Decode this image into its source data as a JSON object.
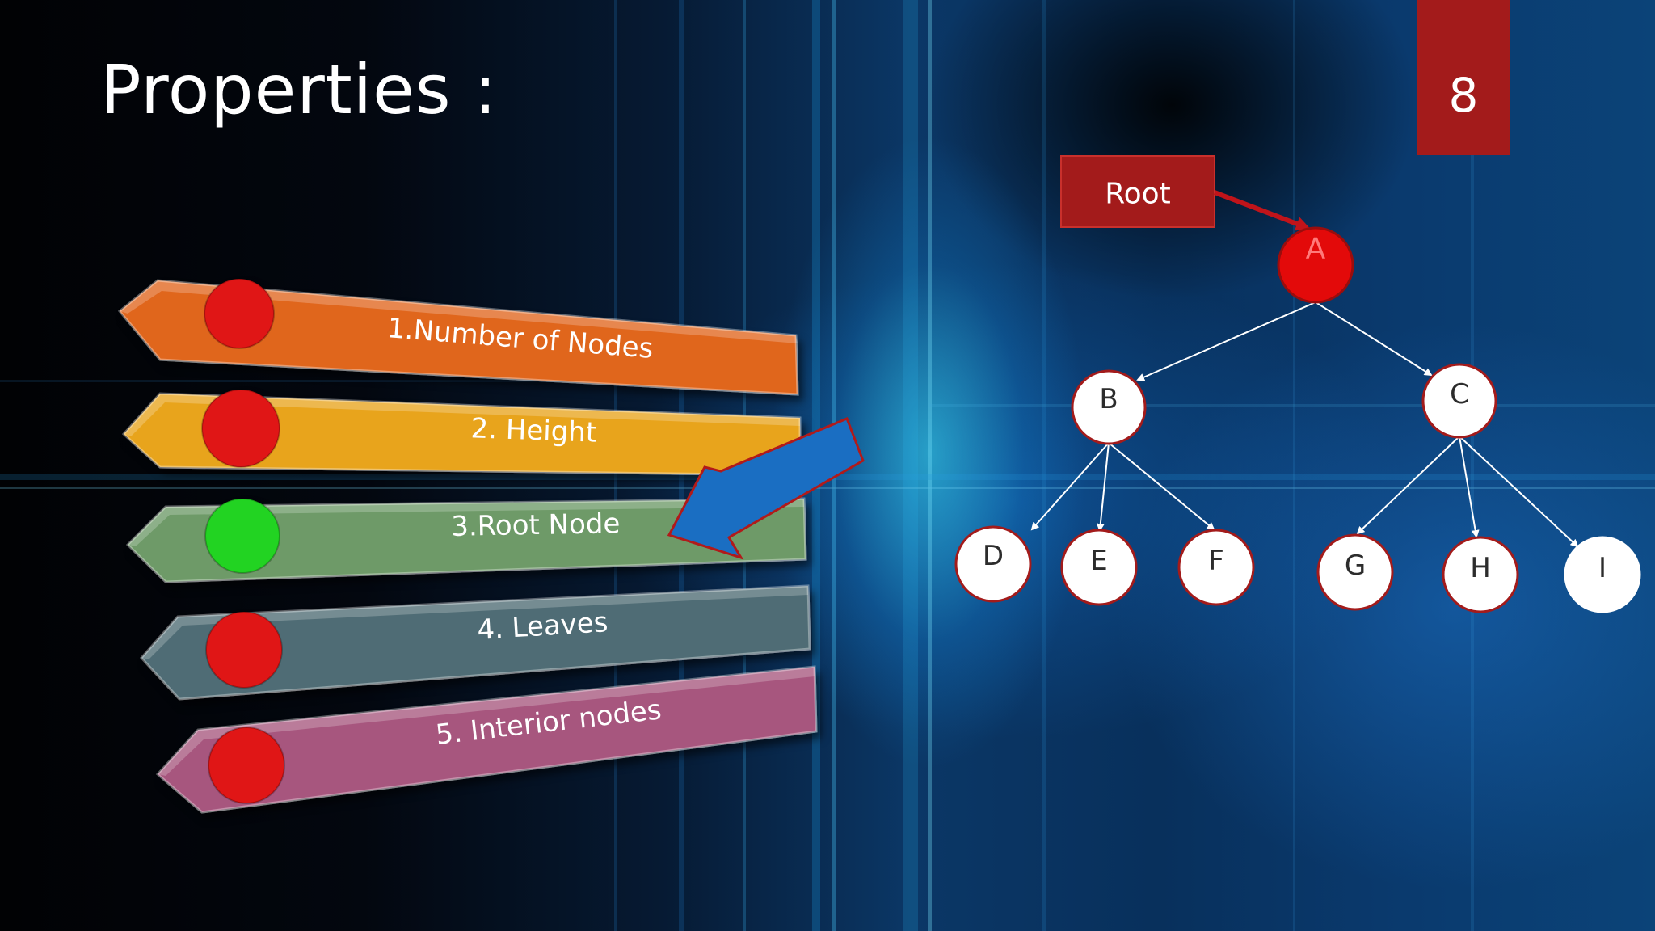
{
  "slide": {
    "title": "Properties :",
    "page_number": "8"
  },
  "banners": [
    {
      "text": "1.Number of Nodes",
      "color": "#e0661e",
      "dot_color": "#e01515"
    },
    {
      "text": "2. Height",
      "color": "#e8a41e",
      "dot_color": "#e01515"
    },
    {
      "text": "3.Root Node",
      "color": "#6e9a68",
      "dot_color": "#22d322"
    },
    {
      "text": "4. Leaves",
      "color": "#4f6c74",
      "dot_color": "#e01515"
    },
    {
      "text": "5. Interior nodes",
      "color": "#a7567e",
      "dot_color": "#e01515"
    }
  ],
  "tree": {
    "root_label": "Root",
    "nodes": [
      {
        "id": "A",
        "label": "A",
        "highlight": true
      },
      {
        "id": "B",
        "label": "B"
      },
      {
        "id": "C",
        "label": "C"
      },
      {
        "id": "D",
        "label": "D"
      },
      {
        "id": "E",
        "label": "E"
      },
      {
        "id": "F",
        "label": "F"
      },
      {
        "id": "G",
        "label": "G"
      },
      {
        "id": "H",
        "label": "H"
      },
      {
        "id": "I",
        "label": "I"
      }
    ],
    "edges": [
      [
        "A",
        "B"
      ],
      [
        "A",
        "C"
      ],
      [
        "B",
        "D"
      ],
      [
        "B",
        "E"
      ],
      [
        "B",
        "F"
      ],
      [
        "C",
        "G"
      ],
      [
        "C",
        "H"
      ],
      [
        "C",
        "I"
      ]
    ]
  },
  "colors": {
    "accent_red": "#a31b1b",
    "node_red": "#e30a0a",
    "pointer_arrow": "#1a6ec2"
  }
}
